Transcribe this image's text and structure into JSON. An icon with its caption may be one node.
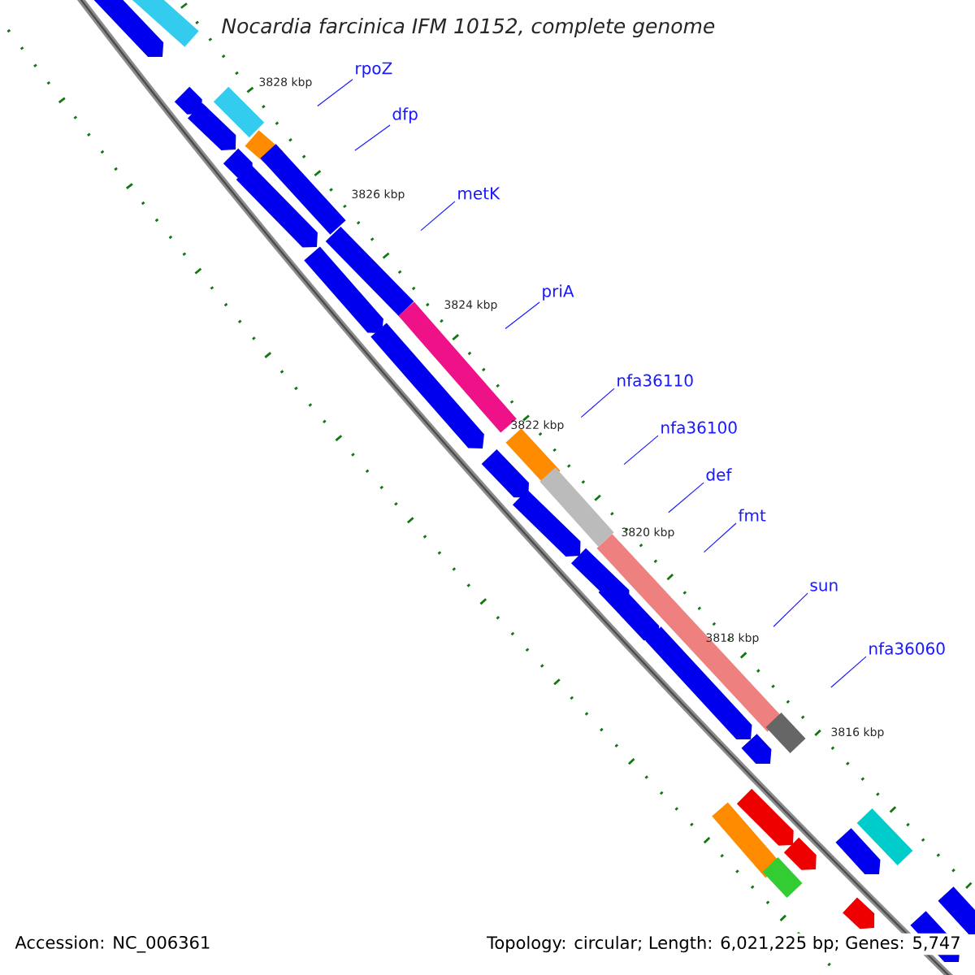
{
  "diagram": {
    "title": "Nocardia farcinica IFM 10152, complete genome",
    "nodes": [
      {
        "text": [
          "rpoZ"
        ]
      },
      {
        "text": [
          "dfp"
        ]
      },
      {
        "text": [
          "metK"
        ]
      },
      {
        "text": [
          "priA"
        ]
      },
      {
        "text": [
          "nfa36110"
        ]
      },
      {
        "text": [
          "nfa36100"
        ]
      },
      {
        "text": [
          "def"
        ]
      },
      {
        "text": [
          "fmt"
        ]
      },
      {
        "text": [
          "sun"
        ]
      },
      {
        "text": [
          "nfa36060"
        ]
      }
    ],
    "edges": [
      {
        "from": 0,
        "to": null,
        "arrow": "none"
      },
      {
        "from": 1,
        "to": null,
        "arrow": "none"
      },
      {
        "from": 2,
        "to": null,
        "arrow": "none"
      },
      {
        "from": 3,
        "to": null,
        "arrow": "none"
      },
      {
        "from": 4,
        "to": null,
        "arrow": "none"
      },
      {
        "from": 5,
        "to": null,
        "arrow": "none"
      },
      {
        "from": 6,
        "to": null,
        "arrow": "none"
      },
      {
        "from": 7,
        "to": null,
        "arrow": "none"
      },
      {
        "from": 8,
        "to": null,
        "arrow": "none"
      },
      {
        "from": 9,
        "to": null,
        "arrow": "none"
      }
    ],
    "labels": [
      "3828 kbp",
      "3826 kbp",
      "3824 kbp",
      "3822 kbp",
      "3820 kbp",
      "3818 kbp",
      "3816 kbp",
      "Accession: NC_006361",
      "Topology: circular; Length: 6,021,225 bp; Genes: 5,747"
    ]
  }
}
